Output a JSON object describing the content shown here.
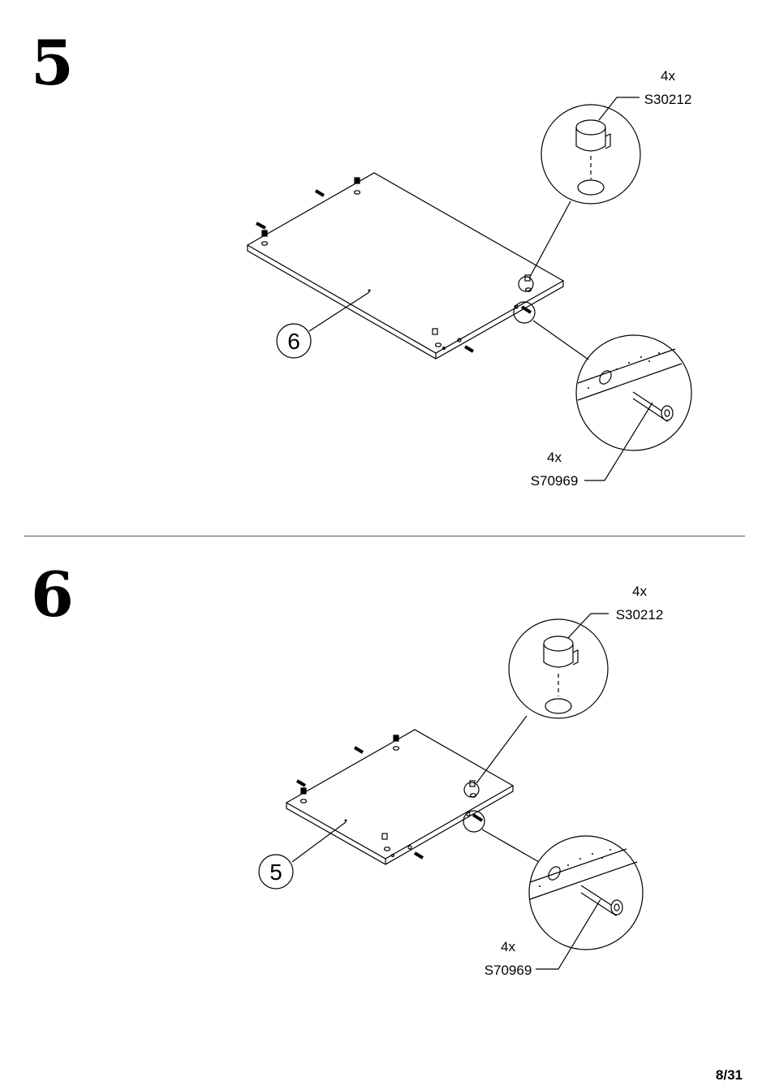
{
  "page": {
    "number": "8/31"
  },
  "steps": [
    {
      "number": "5",
      "panel_label": "6",
      "cam_lock": {
        "qty": "4x",
        "code": "S30212"
      },
      "dowel": {
        "qty": "4x",
        "code": "S70969"
      }
    },
    {
      "number": "6",
      "panel_label": "5",
      "cam_lock": {
        "qty": "4x",
        "code": "S30212"
      },
      "dowel": {
        "qty": "4x",
        "code": "S70969"
      }
    }
  ]
}
